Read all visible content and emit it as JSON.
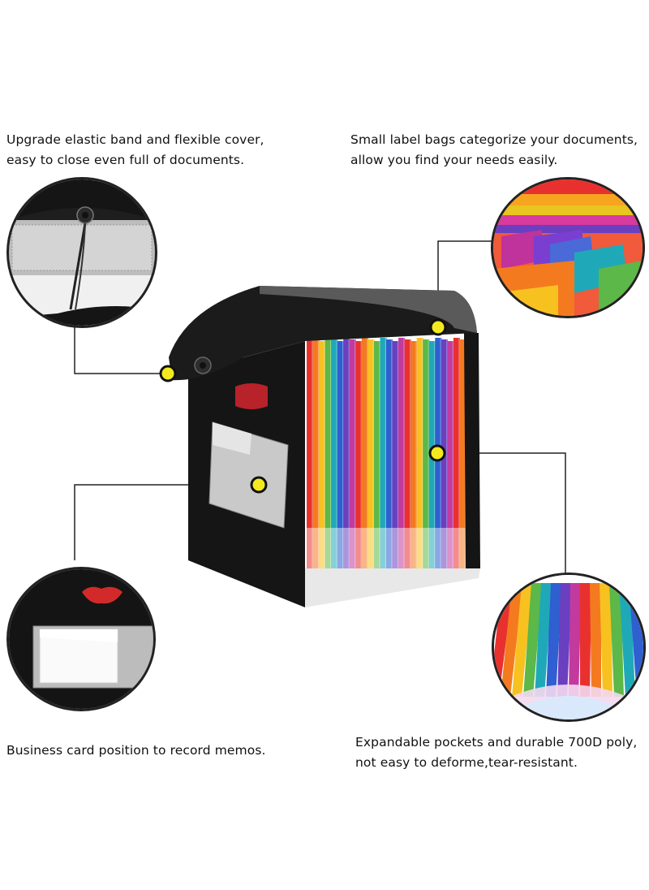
{
  "captions": {
    "elastic": {
      "line1": "Upgrade elastic band and flexible cover,",
      "line2": "easy to close even full of documents."
    },
    "label_bags": {
      "line1": "Small label bags categorize your documents,",
      "line2": "allow you find your needs easily."
    },
    "business_card": {
      "line1": "Business card position to record memos."
    },
    "pockets": {
      "line1": "Expandable pockets and durable 700D poly,",
      "line2": "not easy to deforme,tear-resistant."
    }
  },
  "colors": {
    "marker": "#f2ea1f",
    "body": "#111111",
    "line": "#222222",
    "rainbow": [
      "#e8312f",
      "#f47a1f",
      "#f7c21f",
      "#5cb848",
      "#1fa9b8",
      "#2f5fd0",
      "#6a3fc0",
      "#c23a9e"
    ]
  },
  "icons": {
    "marker": "yellow-dot-marker",
    "product": "accordion-file-organizer"
  }
}
